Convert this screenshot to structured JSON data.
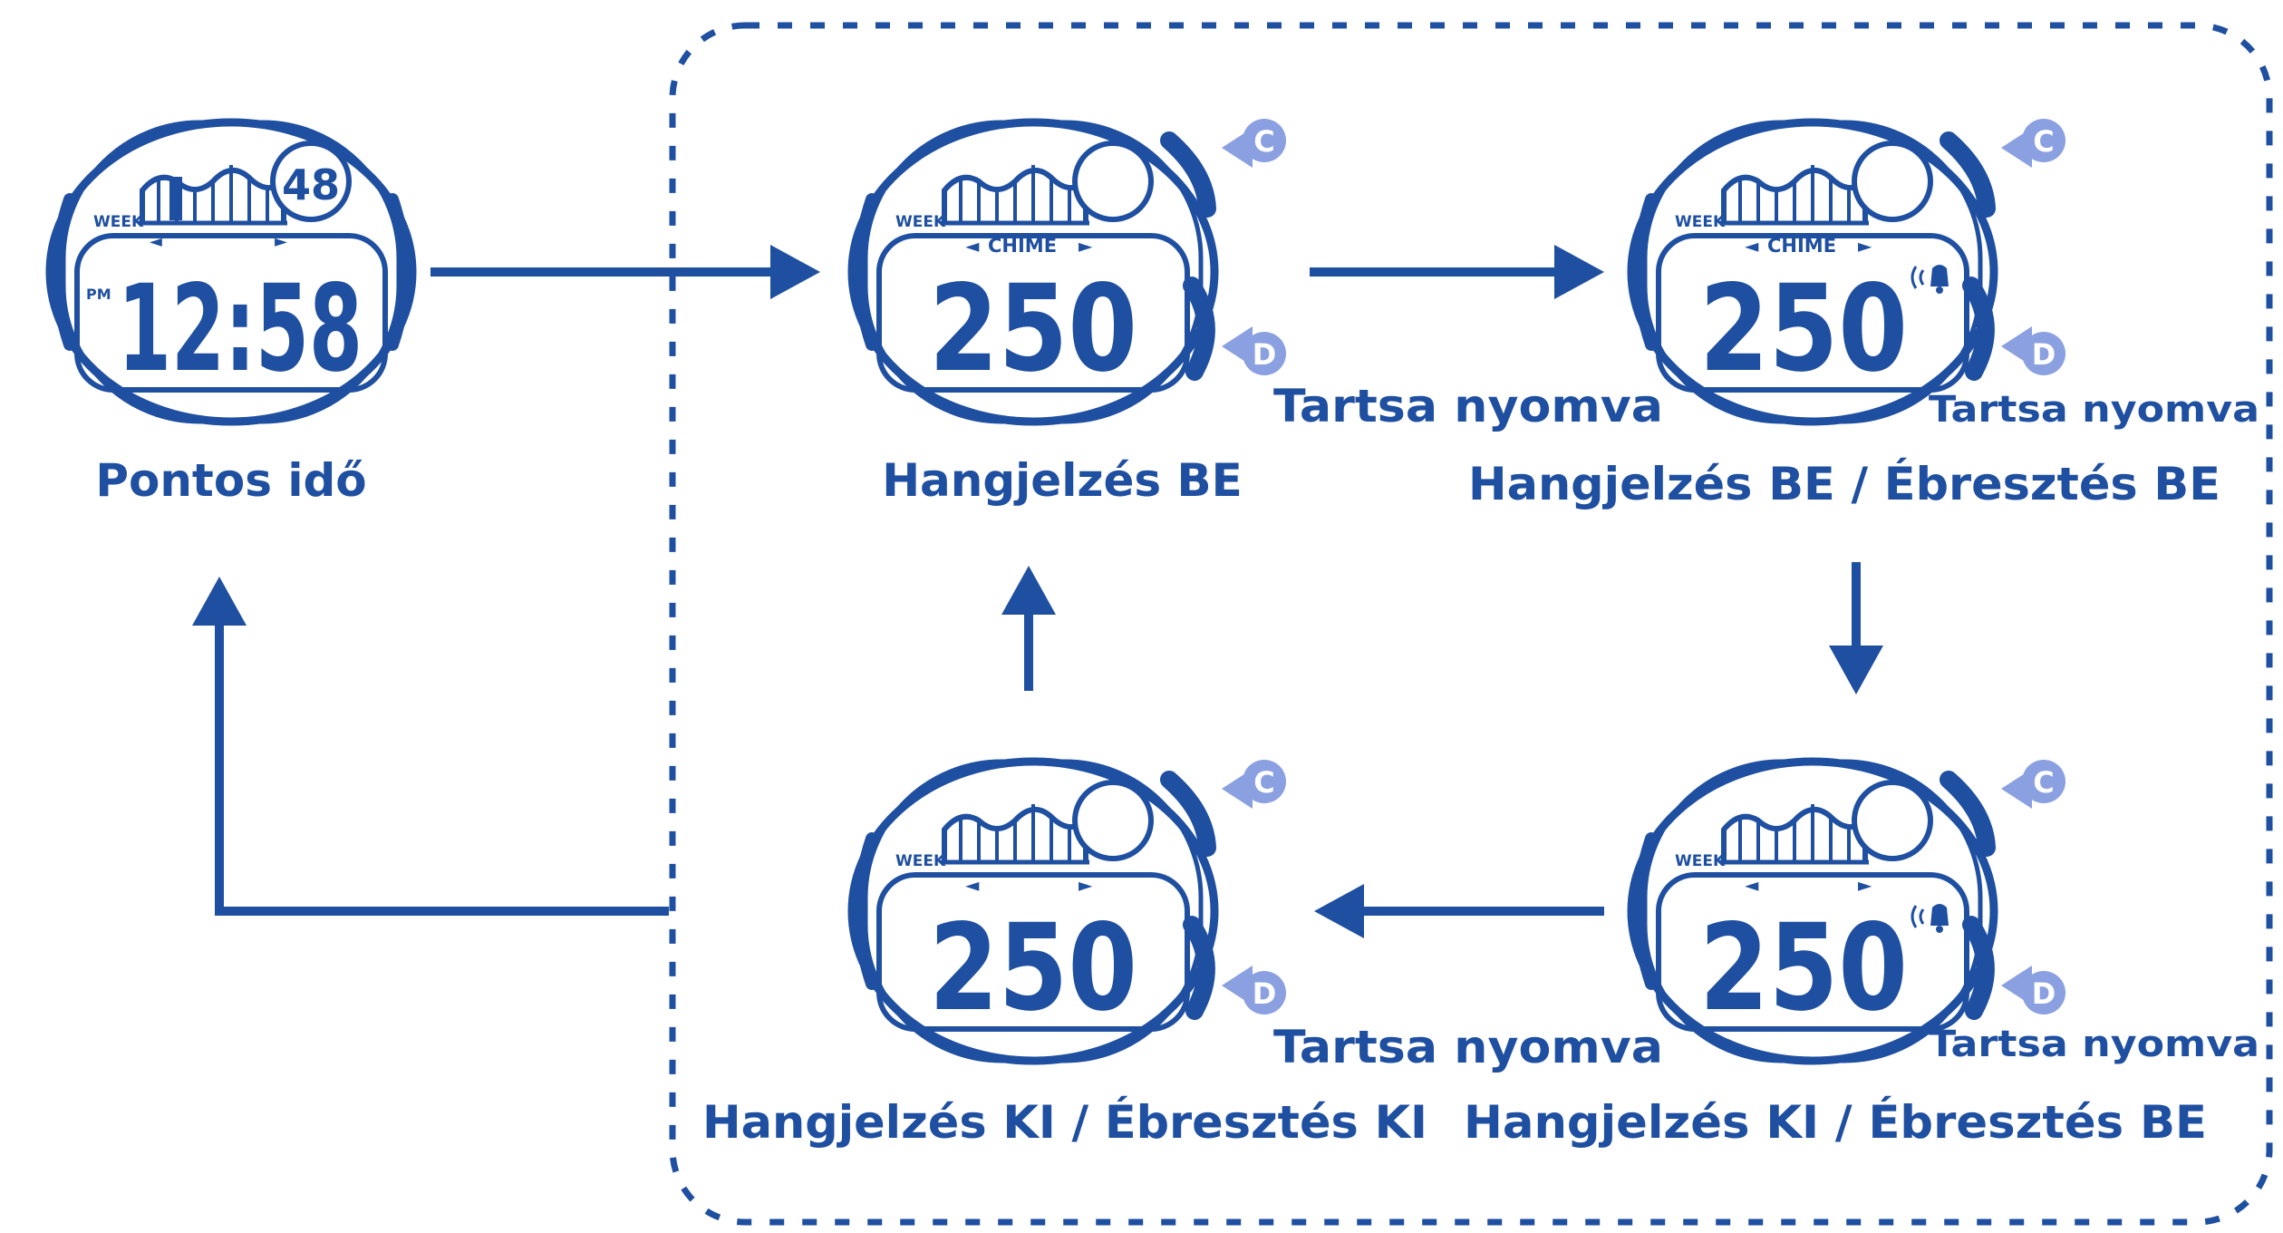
{
  "labels": {
    "time": "Pontos idő",
    "chime_on": "Hangjelzés BE",
    "chime_on_alarm_on": "Hangjelzés BE / Ébresztés BE",
    "chime_off_alarm_on": "Hangjelzés KI / Ébresztés BE",
    "chime_off_alarm_off": "Hangjelzés KI / Ébresztés KI"
  },
  "hold_labels": {
    "top_middle": "Tartsa nyomva",
    "top_right": "Tartsa nyomva",
    "bottom_middle": "Tartsa nyomva",
    "bottom_right": "Tartsa nyomva"
  },
  "watches": {
    "time": {
      "week_label": "WEEK",
      "pm_label": "PM",
      "main_value": "12:58",
      "seconds_value": "48"
    },
    "w1": {
      "week_label": "WEEK",
      "mode_label": "CHIME",
      "main_value": "250"
    },
    "w2": {
      "week_label": "WEEK",
      "mode_label": "CHIME",
      "main_value": "250"
    },
    "w3": {
      "week_label": "WEEK",
      "main_value": "250"
    },
    "w4": {
      "week_label": "WEEK",
      "main_value": "250"
    }
  },
  "buttons": {
    "c": "C",
    "d": "D"
  },
  "colors": {
    "primary": "#1f4fa0",
    "button_badge": "#8aa0e0",
    "background": "#ffffff"
  }
}
